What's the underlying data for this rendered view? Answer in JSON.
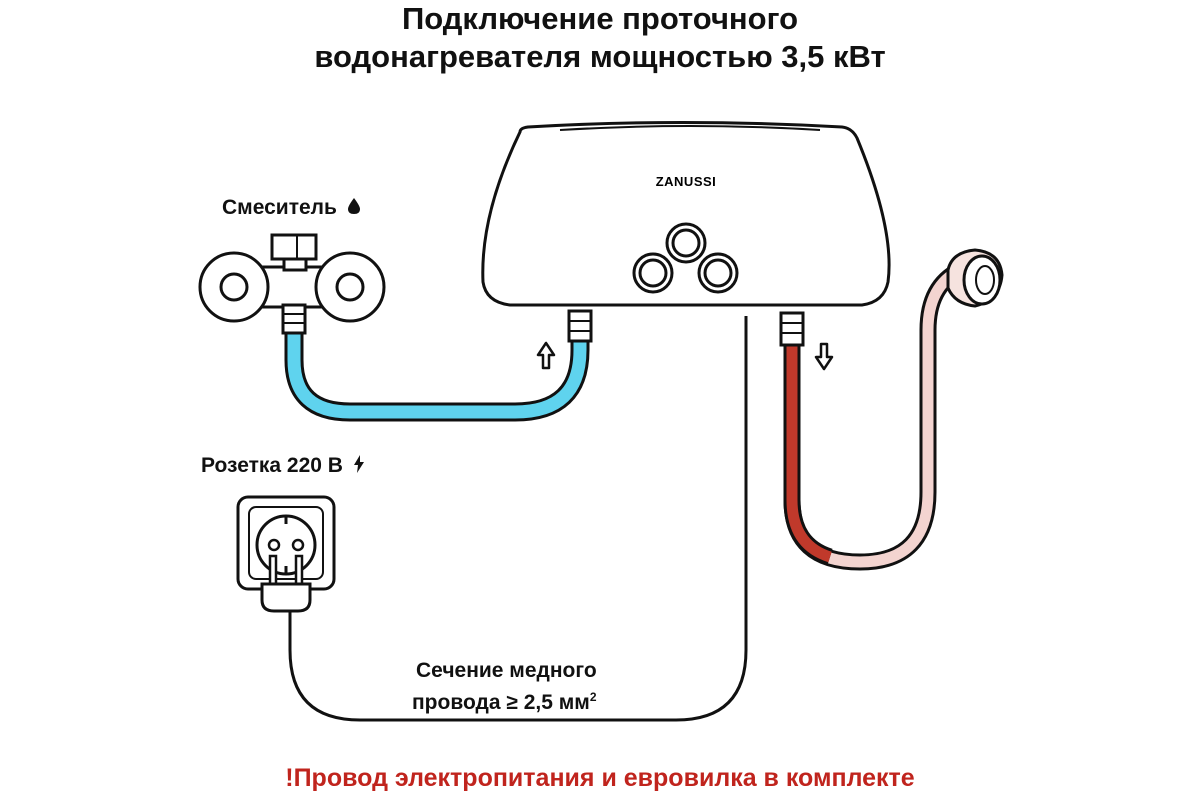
{
  "title": {
    "line1": "Подключение проточного",
    "line2": "водонагревателя мощностью 3,5 кВт"
  },
  "brand": "ZANUSSI",
  "labels": {
    "mixer": "Смеситель",
    "socket": "Розетка 220 В",
    "wire_line1": "Сечение медного",
    "wire_line2": "провода ≥ 2,5 мм",
    "wire_sup": "2"
  },
  "footnote": "!Провод электропитания и евровилка в комплекте",
  "icons": {
    "mixer": "water-drop-icon",
    "socket": "lightning-icon",
    "inlet": "arrow-up-icon",
    "outlet": "arrow-down-icon"
  },
  "colors": {
    "cold_hose": "#5fd3ee",
    "hot_hose": "#c0392b",
    "shower_hose": "#f3d4d0",
    "outline": "#111111",
    "footnote": "#c0241d"
  }
}
